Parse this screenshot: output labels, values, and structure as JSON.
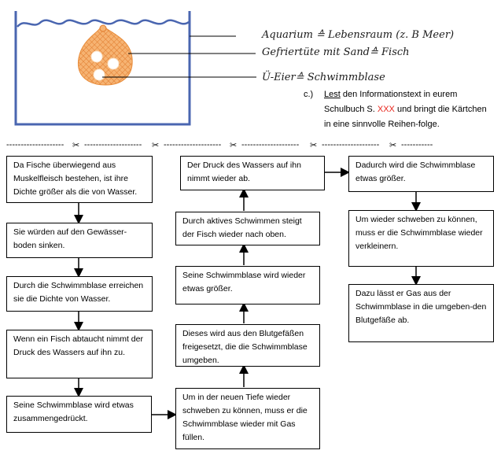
{
  "labels": {
    "aquarium": "Aquarium ≙ Lebensraum (z. B Meer)",
    "bag": "Gefriertüte mit Sand≙ Fisch",
    "eggs": "Ü-Eier≙ Schwimmblase"
  },
  "task": {
    "number": "c.)",
    "underlined": "Lest",
    "text_before_red": " den Informationstext in eurem Schulbuch S. ",
    "red": "XXX",
    "text_after_red": " und bringt die Kärtchen in eine sinnvolle Reihen-folge."
  },
  "cut_line": {
    "dashes": "--------------------",
    "scissors": "✂"
  },
  "cards": {
    "c1": "Da Fische überwiegend aus Muskelfleisch bestehen, ist ihre Dichte größer als die von Wasser.",
    "c2": "Sie würden auf den Gewässer-boden sinken.",
    "c3": "Durch die Schwimmblase erreichen sie die Dichte von Wasser.",
    "c4": "Wenn ein Fisch abtaucht nimmt der Druck des Wassers auf ihn zu.",
    "c5": "Seine Schwimmblase wird etwas zusammengedrückt.",
    "c6": "Um in der neuen Tiefe wieder schweben zu können, muss er die Schwimmblase wieder mit Gas füllen.",
    "c7": "Dieses wird aus den Blutgefäßen freigesetzt, die die Schwimmblase umgeben.",
    "c8": "Seine Schwimmblase wird wieder etwas größer.",
    "c9": "Durch aktives Schwimmen steigt der Fisch wieder nach oben.",
    "c10": "Der Druck des Wassers auf ihn nimmt wieder ab.",
    "c11": "Dadurch wird die Schwimmblase etwas größer.",
    "c12": "Um wieder schweben zu können, muss er die Schwimmblase wieder verkleinern.",
    "c13": "Dazu lässt er Gas aus der Schwimmblase in die umgeben-den Blutgefäße ab."
  },
  "colors": {
    "tank": "#4a66b0",
    "bag": "#f3a55c",
    "task_red": "#e8261d"
  }
}
